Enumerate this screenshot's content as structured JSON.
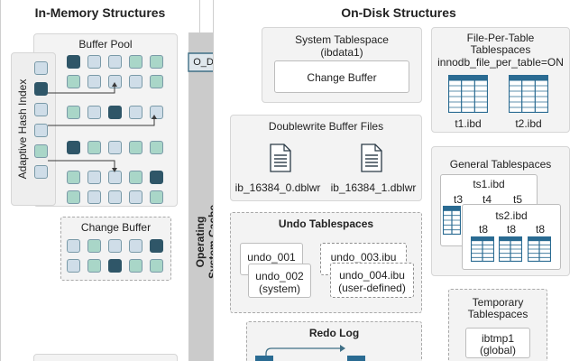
{
  "in_memory": {
    "title": "In-Memory Structures",
    "buffer_pool": {
      "title": "Buffer Pool"
    },
    "adaptive_hash_index": "Adaptive Hash Index",
    "change_buffer": {
      "title": "Change Buffer"
    }
  },
  "os_cache": {
    "label": "Operating System Cache",
    "line1": "Operating",
    "line2": "System Cache",
    "o_direct": "O_DIRECT"
  },
  "on_disk": {
    "title": "On-Disk Structures",
    "system_tablespace": {
      "title_line1": "System Tablespace",
      "title_line2": "(ibdata1)",
      "change_buffer": "Change Buffer"
    },
    "file_per_table": {
      "title_line1": "File-Per-Table",
      "title_line2": "Tablespaces",
      "setting": "innodb_file_per_table=ON",
      "files": [
        "t1.ibd",
        "t2.ibd"
      ]
    },
    "doublewrite": {
      "title": "Doublewrite Buffer Files",
      "files": [
        "ib_16384_0.dblwr",
        "ib_16384_1.dblwr"
      ]
    },
    "general_tablespaces": {
      "title": "General Tablespaces",
      "ts1": "ts1.ibd",
      "ts1_tables": [
        "t3",
        "t4",
        "t5"
      ],
      "ts2": "ts2.ibd",
      "ts2_tables": [
        "t8",
        "t8",
        "t8"
      ]
    },
    "undo_tablespaces": {
      "title": "Undo Tablespaces",
      "undo_001": "undo_001",
      "undo_002_line1": "undo_002",
      "undo_002_line2": "(system)",
      "undo_003": "undo_003.ibu",
      "undo_004_line1": "undo_004.ibu",
      "undo_004_line2": "(user-defined)"
    },
    "temporary_tablespaces": {
      "title_line1": "Temporary",
      "title_line2": "Tablespaces",
      "file_line1": "ibtmp1",
      "file_line2": "(global)"
    },
    "redo_log": {
      "title": "Redo Log"
    }
  },
  "colors": {
    "page_light": "#cfdde8",
    "page_teal": "#a9d6c8",
    "page_dark": "#2f5668",
    "arrow": "#3f6f86",
    "table_blue": "#2a6b92"
  }
}
